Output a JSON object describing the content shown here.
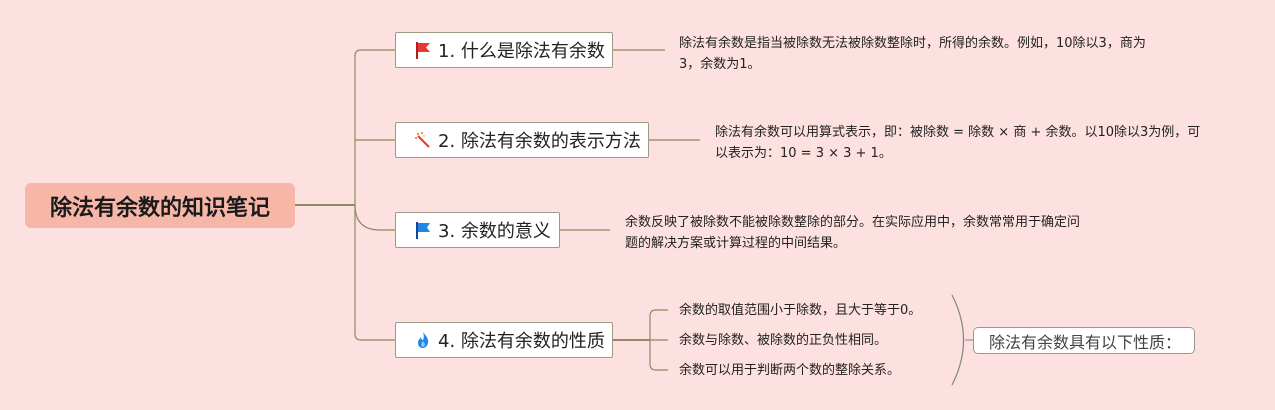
{
  "root": {
    "title": "除法有余数的知识笔记"
  },
  "topics": [
    {
      "label": "1. 什么是除法有余数",
      "icon": "red-flag-icon",
      "note": [
        "除法有余数是指当被除数无法被除数整除时，所得的余数。例如，10除以3，商为",
        "3，余数为1。"
      ]
    },
    {
      "label": "2. 除法有余数的表示方法",
      "icon": "magic-wand-icon",
      "note": [
        "除法有余数可以用算式表示，即：被除数 = 除数 × 商 + 余数。以10除以3为例，可",
        "以表示为：10 = 3 × 3 + 1。"
      ]
    },
    {
      "label": "3. 余数的意义",
      "icon": "blue-flag-icon",
      "note": [
        "余数反映了被除数不能被除数整除的部分。在实际应用中，余数常常用于确定问",
        "题的解决方案或计算过程的中间结果。"
      ]
    },
    {
      "label": "4. 除法有余数的性质",
      "icon": "fire-icon",
      "subs": [
        "余数的取值范围小于除数，且大于等于0。",
        "余数与除数、被除数的正负性相同。",
        "余数可以用于判断两个数的整除关系。"
      ],
      "summary": "除法有余数具有以下性质："
    }
  ],
  "colors": {
    "background": "#fde0e0",
    "root_fill": "#f6b7a8",
    "line": "#8c8a5e",
    "flag_red": "#e53935",
    "flag_blue": "#1e88e5"
  }
}
